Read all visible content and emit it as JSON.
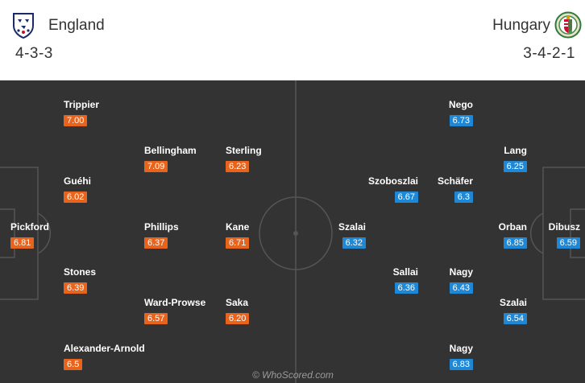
{
  "home": {
    "name": "England",
    "formation": "4-3-3",
    "crest_icon": "england-crest-icon",
    "color": "#e8641c",
    "players": [
      {
        "name": "Trippier",
        "rating": "7.00"
      },
      {
        "name": "Bellingham",
        "rating": "7.09"
      },
      {
        "name": "Sterling",
        "rating": "6.23"
      },
      {
        "name": "Guéhi",
        "rating": "6.02"
      },
      {
        "name": "Pickford",
        "rating": "6.81"
      },
      {
        "name": "Phillips",
        "rating": "6.37"
      },
      {
        "name": "Kane",
        "rating": "6.71"
      },
      {
        "name": "Stones",
        "rating": "6.39"
      },
      {
        "name": "Ward-Prowse",
        "rating": "6.57"
      },
      {
        "name": "Saka",
        "rating": "6.20"
      },
      {
        "name": "Alexander-Arnold",
        "rating": "6.5"
      }
    ]
  },
  "away": {
    "name": "Hungary",
    "formation": "3-4-2-1",
    "crest_icon": "hungary-crest-icon",
    "color": "#1e88d6",
    "players": [
      {
        "name": "Nego",
        "rating": "6.73"
      },
      {
        "name": "Lang",
        "rating": "6.25"
      },
      {
        "name": "Szoboszlai",
        "rating": "6.67"
      },
      {
        "name": "Schäfer",
        "rating": "6.3"
      },
      {
        "name": "Szalai",
        "rating": "6.32"
      },
      {
        "name": "Orban",
        "rating": "6.85"
      },
      {
        "name": "Dibusz",
        "rating": "6.59"
      },
      {
        "name": "Sallai",
        "rating": "6.36"
      },
      {
        "name": "Nagy",
        "rating": "6.43"
      },
      {
        "name": "Szalai",
        "rating": "6.54"
      },
      {
        "name": "Nagy",
        "rating": "6.83"
      }
    ]
  },
  "watermark": "© WhoScored.com"
}
